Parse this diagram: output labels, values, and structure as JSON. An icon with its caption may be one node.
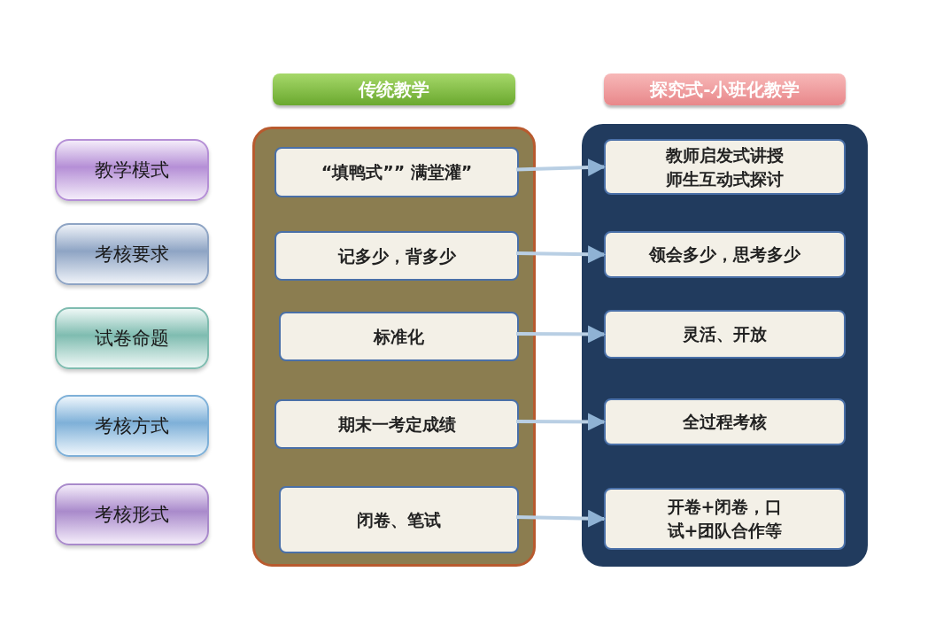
{
  "diagram": {
    "nodes": [
      {
        "text": [
          "传统教学"
        ]
      },
      {
        "text": [
          "探究式-小班化教学"
        ]
      },
      {
        "text": [
          "教学模式"
        ]
      },
      {
        "text": [
          "考核要求"
        ]
      },
      {
        "text": [
          "试卷命题"
        ]
      },
      {
        "text": [
          "考核方式"
        ]
      },
      {
        "text": [
          "考核形式"
        ]
      },
      {
        "text": [],
        "shape": "box"
      },
      {
        "text": [
          "“填鸭式”” 满堂灌”"
        ],
        "in": 7
      },
      {
        "text": [
          "记多少，背多少"
        ],
        "in": 7
      },
      {
        "text": [
          "标准化"
        ],
        "in": 7
      },
      {
        "text": [
          "期末一考定成绩"
        ],
        "in": 7
      },
      {
        "text": [
          "闭卷、笔试"
        ],
        "in": 7
      },
      {
        "text": [],
        "shape": "box"
      },
      {
        "text": [
          "教师启发式讲授师生互动式探讨"
        ],
        "in": 13
      },
      {
        "text": [
          "领会多少，思考多少"
        ],
        "in": 13
      },
      {
        "text": [
          "灵活、开放"
        ],
        "in": 13
      },
      {
        "text": [
          "全过程考核"
        ],
        "in": 13
      },
      {
        "text": [
          "开卷+闭卷，口试+团队合作等"
        ],
        "in": 13
      }
    ],
    "edges": [
      {
        "from": 8,
        "to": 14,
        "arrow": "to"
      },
      {
        "from": 9,
        "to": 15,
        "arrow": "to"
      },
      {
        "from": 10,
        "to": 16,
        "arrow": "to"
      },
      {
        "from": 11,
        "to": 17,
        "arrow": "to"
      },
      {
        "from": 12,
        "to": 18,
        "arrow": "to"
      }
    ]
  }
}
